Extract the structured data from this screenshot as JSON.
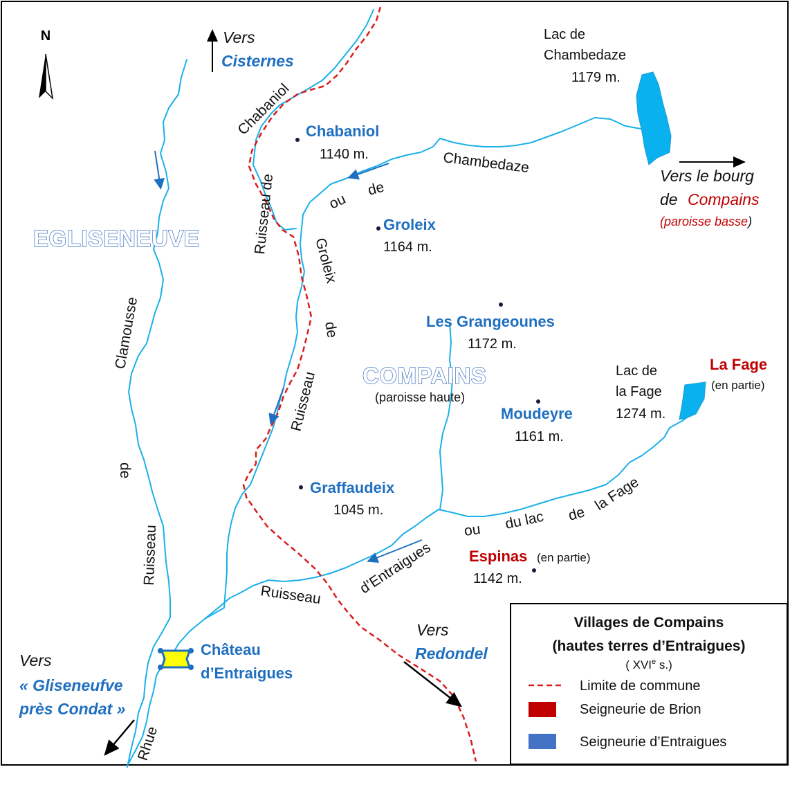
{
  "colors": {
    "river": "#1ab0e8",
    "commune_limit": "#d81e1e",
    "lake": "#09b1ef",
    "brion": "#c00000",
    "entraigues": "#1f6fc0",
    "legend_entraigues": "#4472c4",
    "castle_fill": "#ffff00",
    "castle_border": "#1f6fc0"
  },
  "north": {
    "letter": "N"
  },
  "directions": {
    "cisternes": {
      "vers": "Vers",
      "place": "Cisternes"
    },
    "bourg": {
      "line1": "Vers le bourg",
      "de": "de",
      "place": "Compains",
      "paroisse_open": "(paroisse basse",
      "paroisse_close": ")"
    },
    "gliseneufve": {
      "vers": "Vers",
      "place_line1": "« Gliseneufve",
      "place_line2": "près Condat »"
    },
    "redondel": {
      "vers": "Vers",
      "place": "Redondel"
    }
  },
  "regions": {
    "egliseneuve": "EGLISENEUVE",
    "compains": "COMPAINS",
    "compains_sub": "(paroisse haute)"
  },
  "villages": [
    {
      "name": "Chabaniol",
      "altitude": "1140 m.",
      "seigneurie": "entraigues"
    },
    {
      "name": "Groleix",
      "altitude": "1164 m.",
      "seigneurie": "entraigues"
    },
    {
      "name": "Les Grangeounes",
      "altitude": "1172 m.",
      "seigneurie": "entraigues"
    },
    {
      "name": "Moudeyre",
      "altitude": "1161 m.",
      "seigneurie": "entraigues"
    },
    {
      "name": "Graffaudeix",
      "altitude": "1045 m.",
      "seigneurie": "entraigues"
    },
    {
      "name": "Espinas",
      "note": "(en partie)",
      "altitude": "1142 m.",
      "seigneurie": "brion"
    },
    {
      "name": "La Fage",
      "note": "(en partie)",
      "seigneurie": "brion"
    }
  ],
  "castle": {
    "line1": "Château",
    "line2": "d’Entraigues"
  },
  "lakes": {
    "chambedaze": {
      "line1": "Lac de",
      "line2": "Chambedaze",
      "altitude": "1179 m."
    },
    "fage": {
      "line1": "Lac de",
      "line2": "la Fage",
      "altitude": "1274 m."
    }
  },
  "rivers": {
    "chabaniol": {
      "name": "Chabaniol",
      "prefix": "Ruisseau de"
    },
    "groleix": {
      "w_ou": "ou",
      "w_de": "de",
      "name": "Chambedaze",
      "name2": "Groleix",
      "w_de2": "de",
      "ruisseau": "Ruisseau"
    },
    "clamousse": {
      "name": "Clamousse",
      "de": "de",
      "ruisseau": "Ruisseau"
    },
    "entraigues": {
      "ruisseau": "Ruisseau",
      "name": "d’Entraigues",
      "w_ou": "ou",
      "w_du_lac": "du lac",
      "w_de": "de",
      "w_la_fage": "la Fage"
    },
    "rhue": {
      "name": "Rhue"
    }
  },
  "legend": {
    "title_line1": "Villages de Compains",
    "title_line2": "(hautes terres d’Entraigues)",
    "century_open": "( XVI",
    "century_sup": "e",
    "century_close": " s.)",
    "items": [
      {
        "label": "Limite de  commune",
        "kind": "dashed-line"
      },
      {
        "label": "Seigneurie de Brion",
        "kind": "swatch",
        "color": "#c00000"
      },
      {
        "label": "Seigneurie d’Entraigues",
        "kind": "swatch",
        "color": "#4472c4"
      }
    ]
  }
}
